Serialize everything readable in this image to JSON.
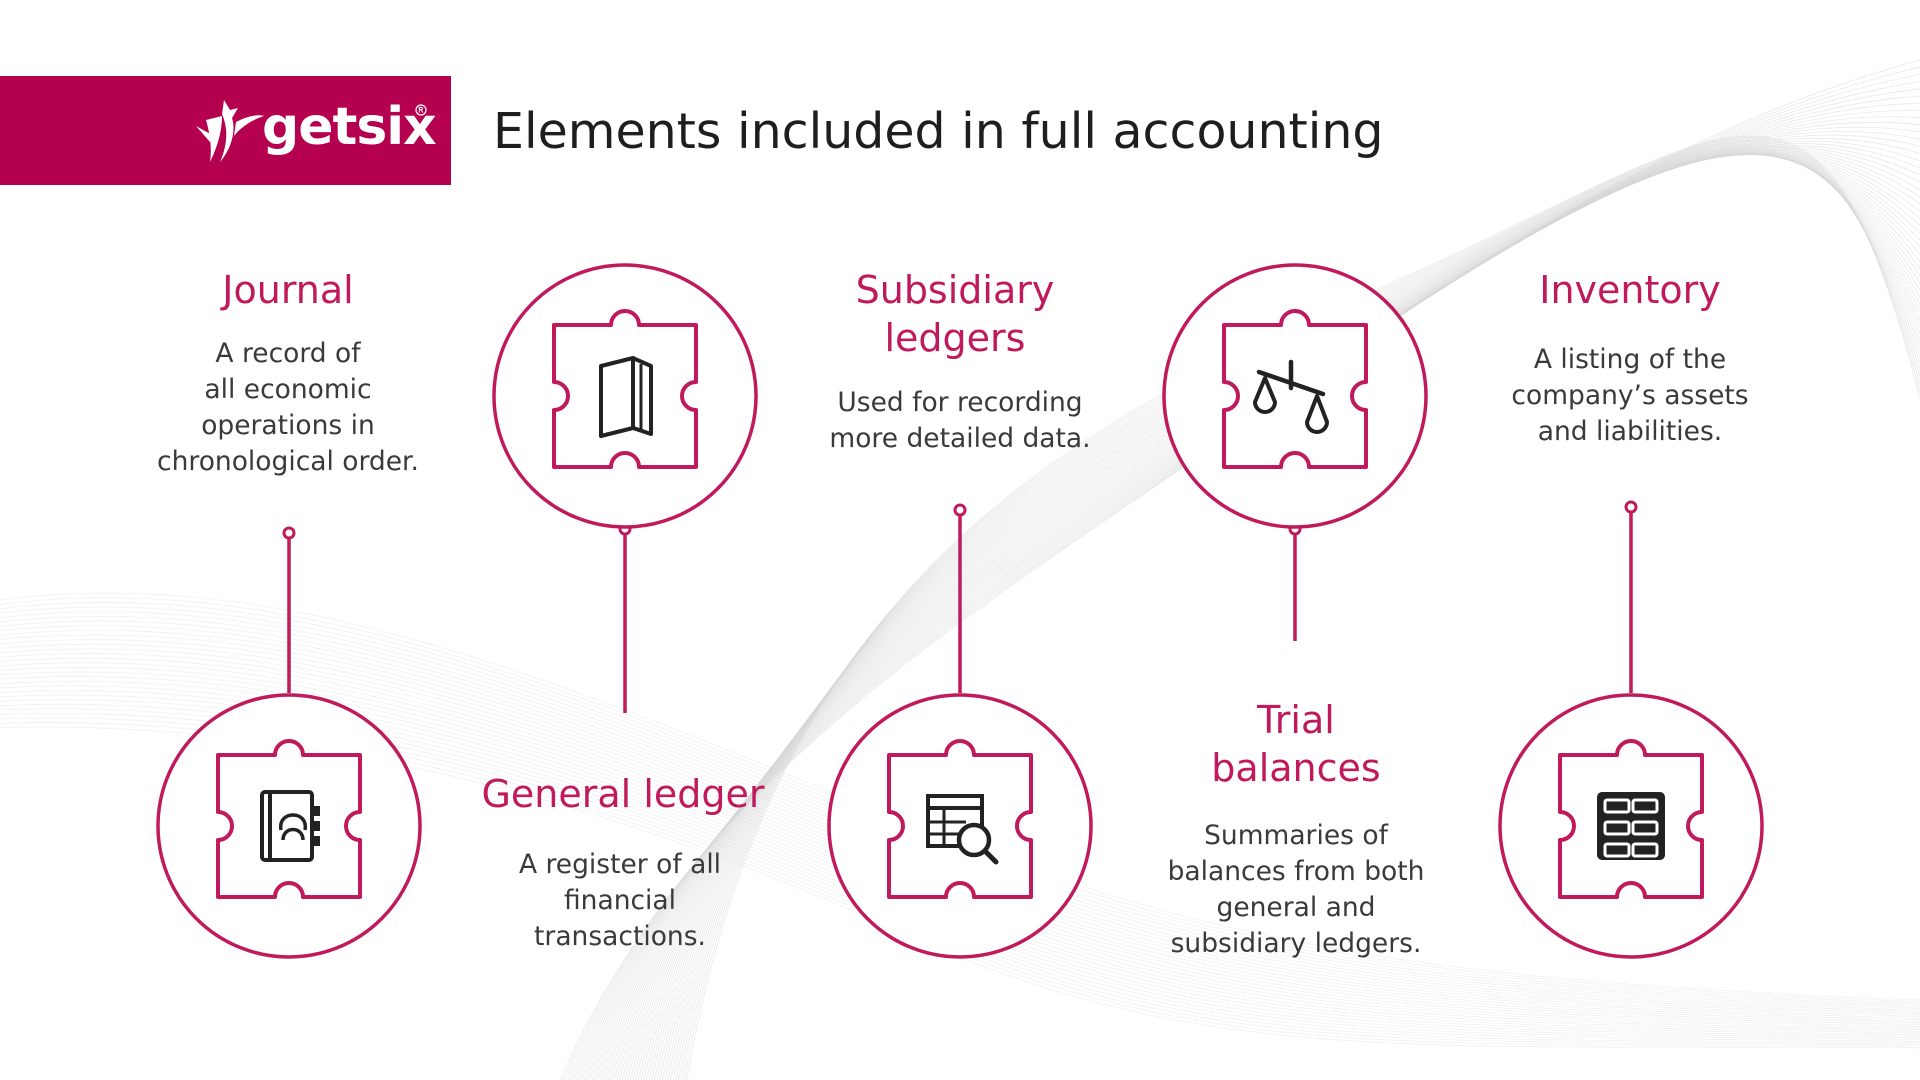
{
  "header": {
    "brand": "getsix",
    "title": "Elements included in full accounting"
  },
  "colors": {
    "brand": "#b5004f",
    "accent": "#c01a5c",
    "text": "#3a3a3a"
  },
  "items": [
    {
      "title": "Journal",
      "description": "A record of\nall economic\noperations in\nchronological order.",
      "icon": "address-book-icon"
    },
    {
      "title": "General ledger",
      "description": "A register of all\nfinancial\ntransactions.",
      "icon": "book-icon"
    },
    {
      "title": "Subsidiary\nledgers",
      "description": "Used for recording\nmore detailed data.",
      "icon": "table-search-icon"
    },
    {
      "title": "Trial\nbalances",
      "description": "Summaries of\nbalances from both\ngeneral and\nsubsidiary ledgers.",
      "icon": "scales-icon"
    },
    {
      "title": "Inventory",
      "description": "A listing of the\ncompany’s assets\nand liabilities.",
      "icon": "grid-icon"
    }
  ]
}
